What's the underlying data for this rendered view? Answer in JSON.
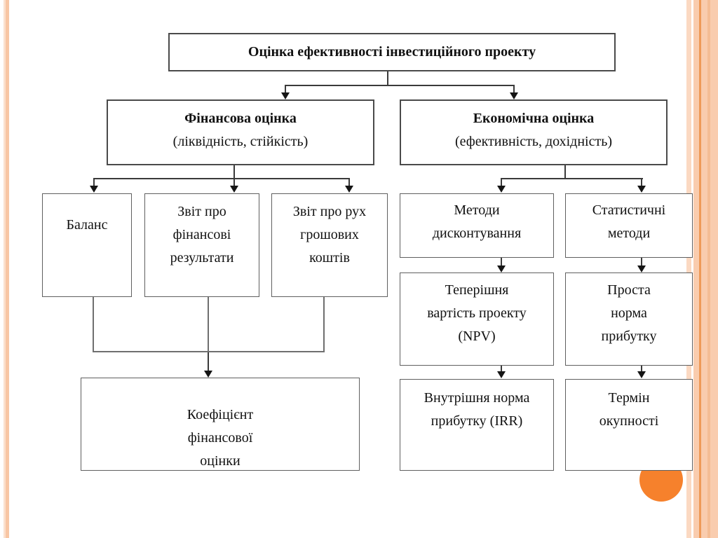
{
  "slide": {
    "root": {
      "label": "Оцінка ефективності інвестиційного проекту"
    },
    "branches": {
      "financial": {
        "title": "Фінансова оцінка",
        "subtitle": "(ліквідність, стійкість)"
      },
      "economic": {
        "title": "Економічна оцінка",
        "subtitle": "(ефективність, дохідність)"
      }
    },
    "nodes": {
      "balance": "Баланс",
      "income_statement": "Звіт про\nфінансові\nрезультати",
      "cash_flow": "Звіт про рух\nгрошових\nкоштів",
      "coefficient": "Коефіцієнт\nфінансової\nоцінки",
      "discounting": "Методи\nдисконтування",
      "statistical": "Статистичні\nметоди",
      "npv": "Теперішня\nвартість проекту\n(NPV)",
      "simple_rate": "Проста\nнорма\nприбутку",
      "irr": "Внутрішня норма\nприбутку (IRR)",
      "payback": "Термін\nокупності"
    },
    "colors": {
      "accent_circle": "#F6812C",
      "band_base": "#F9CCAE",
      "band_line": "#EE9A58",
      "band_soft": "#F4BD94",
      "edge_pale": "#FBD9C2",
      "left_pale": "#FBE0CE",
      "left_main": "#F8C6A4"
    }
  }
}
